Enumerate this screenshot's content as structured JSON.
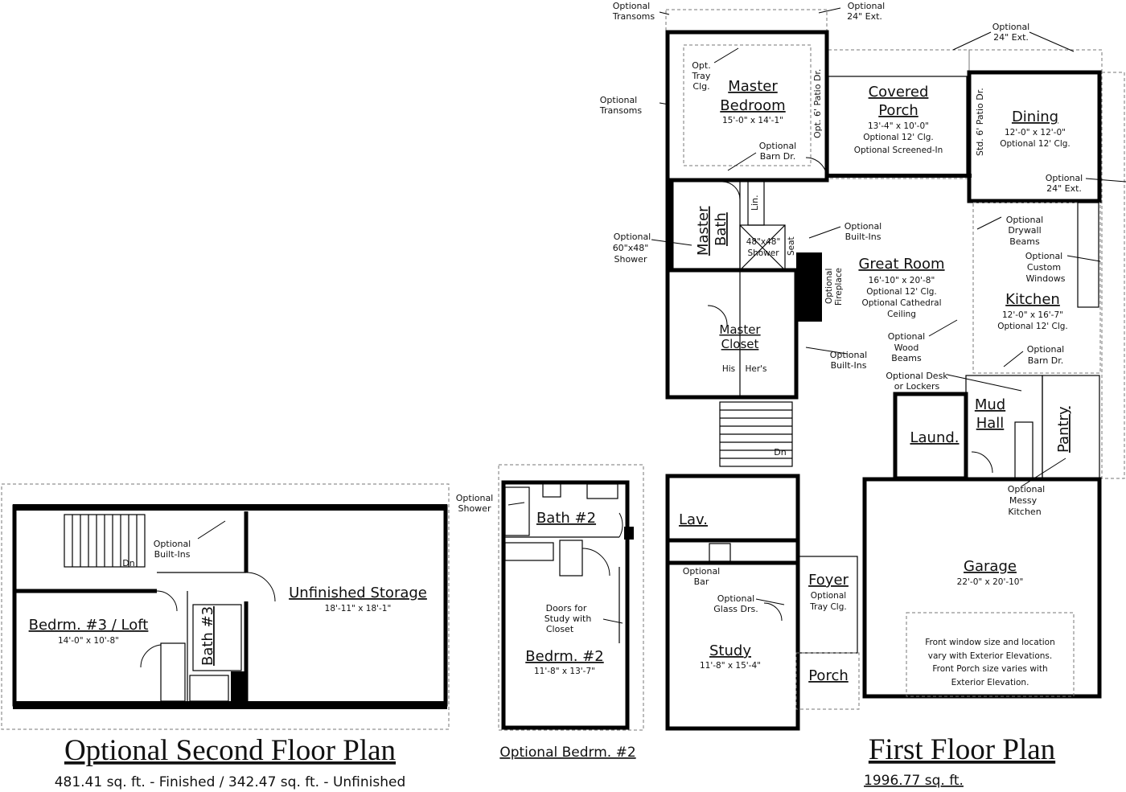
{
  "first_floor": {
    "title": "First Floor Plan",
    "area": "1996.77 sq. ft.",
    "rooms": {
      "master_bedroom": {
        "name_1": "Master",
        "name_2": "Bedroom",
        "dims": "15'-0\" x 14'-1\""
      },
      "covered_porch": {
        "name_1": "Covered",
        "name_2": "Porch",
        "dims": "13'-4\" x 10'-0\"",
        "note_1": "Optional 12' Clg.",
        "note_2": "Optional Screened-In"
      },
      "dining": {
        "name": "Dining",
        "dims": "12'-0\" x 12'-0\"",
        "note": "Optional 12' Clg."
      },
      "master_bath": {
        "name_1": "Master",
        "name_2": "Bath"
      },
      "great_room": {
        "name": "Great Room",
        "dims": "16'-10\" x 20'-8\"",
        "note_1": "Optional 12' Clg.",
        "note_2": "Optional Cathedral",
        "note_3": "Ceiling"
      },
      "kitchen": {
        "name": "Kitchen",
        "dims": "12'-0\" x 16'-7\"",
        "note": "Optional 12' Clg."
      },
      "master_closet": {
        "name_1": "Master",
        "name_2": "Closet",
        "his": "His",
        "hers": "Her's"
      },
      "mud_hall": {
        "name_1": "Mud",
        "name_2": "Hall"
      },
      "laundry": {
        "name": "Laund."
      },
      "pantry": {
        "name": "Pantry"
      },
      "lav": {
        "name": "Lav."
      },
      "garage": {
        "name": "Garage",
        "dims": "22'-0\" x 20'-10\"",
        "note_1": "Front window size and location",
        "note_2": "vary with Exterior Elevations.",
        "note_3": "Front Porch size varies with",
        "note_4": "Exterior Elevation."
      },
      "foyer": {
        "name": "Foyer",
        "note_1": "Optional",
        "note_2": "Tray Clg."
      },
      "study": {
        "name": "Study",
        "dims": "11'-8\" x 15'-4\""
      },
      "porch": {
        "name": "Porch"
      }
    },
    "labels": {
      "opt_transoms_top_1": "Optional",
      "opt_transoms_top_2": "Transoms",
      "opt_24ext_top_1": "Optional",
      "opt_24ext_top_2": "24\" Ext.",
      "opt_24ext_dining_1": "Optional",
      "opt_24ext_dining_2": "24\" Ext.",
      "opt_transoms_side_1": "Optional",
      "opt_transoms_side_2": "Transoms",
      "tray_1": "Opt.",
      "tray_2": "Tray",
      "tray_3": "Clg.",
      "patio_dr": "Opt. 6' Patio Dr.",
      "std_patio_dr": "Std. 6' Patio Dr.",
      "barn_dr_1": "Optional",
      "barn_dr_2": "Barn Dr.",
      "lin": "Lin.",
      "opt_24ext_kitchen_1": "Optional",
      "opt_24ext_kitchen_2": "24\" Ext.",
      "drywall_1": "Optional",
      "drywall_2": "Drywall",
      "drywall_3": "Beams",
      "builtins_1": "Optional",
      "builtins_2": "Built-Ins",
      "shower_60_1": "Optional",
      "shower_60_2": "60\"x48\"",
      "shower_60_3": "Shower",
      "shower48_1": "48\"x48\"",
      "shower48_2": "Shower",
      "seat": "Seat",
      "fireplace_1": "Optional",
      "fireplace_2": "Fireplace",
      "custom_win_1": "Optional",
      "custom_win_2": "Custom",
      "custom_win_3": "Windows",
      "wood_beams_1": "Optional",
      "wood_beams_2": "Wood",
      "wood_beams_3": "Beams",
      "builtins2_1": "Optional",
      "builtins2_2": "Built-Ins",
      "barn_dr_k_1": "Optional",
      "barn_dr_k_2": "Barn Dr.",
      "desk_1": "Optional Desk",
      "desk_2": "or Lockers",
      "stairs_dn": "Dn",
      "messy_1": "Optional",
      "messy_2": "Messy",
      "messy_3": "Kitchen",
      "bar_1": "Optional",
      "bar_2": "Bar",
      "glass_1": "Optional",
      "glass_2": "Glass Drs."
    }
  },
  "second_floor": {
    "title": "Optional Second Floor Plan",
    "area": "481.41 sq. ft. - Finished / 342.47 sq. ft. - Unfinished",
    "rooms": {
      "bedroom3": {
        "name": "Bedrm. #3 / Loft",
        "dims": "14'-0\" x 10'-8\""
      },
      "storage": {
        "name": "Unfinished Storage",
        "dims": "18'-11\" x 18'-1\""
      },
      "bath3": {
        "name": "Bath #3"
      }
    },
    "labels": {
      "builtins_1": "Optional",
      "builtins_2": "Built-Ins",
      "stairs_dn": "Dn"
    }
  },
  "optional_bedroom": {
    "title": "Optional Bedrm. #2",
    "rooms": {
      "bath2": {
        "name": "Bath #2"
      },
      "bedroom2": {
        "name": "Bedrm. #2",
        "dims": "11'-8\" x 13'-7\""
      }
    },
    "labels": {
      "shower_1": "Optional",
      "shower_2": "Shower",
      "doors_1": "Doors for",
      "doors_2": "Study with",
      "doors_3": "Closet"
    }
  }
}
